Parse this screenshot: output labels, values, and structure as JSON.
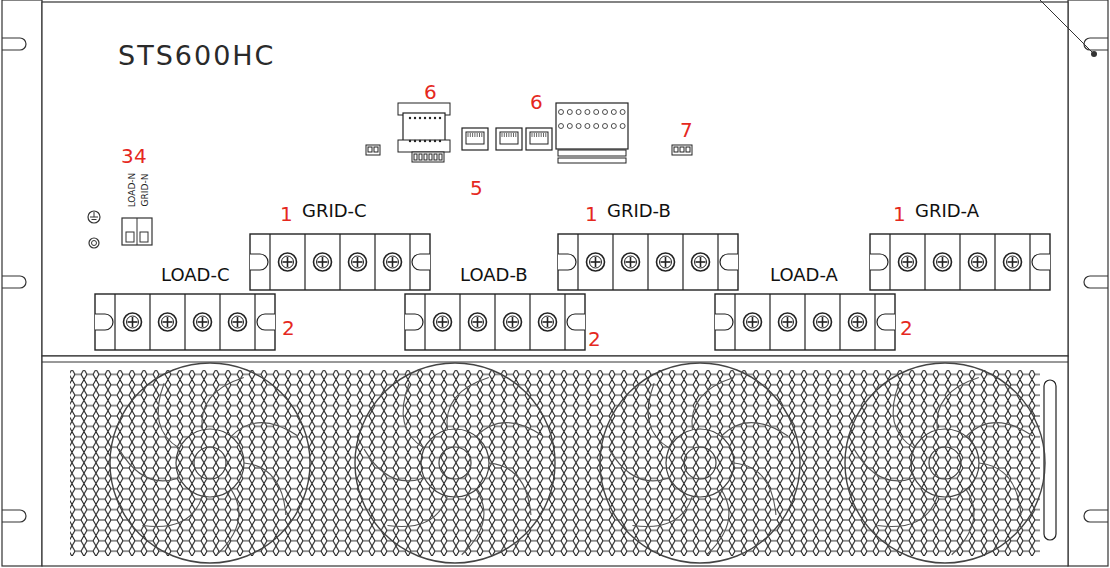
{
  "diagram": {
    "labels": [
      "STS600HC",
      "6",
      "6",
      "7",
      "5",
      "3",
      "4",
      "LOAD-N",
      "GRID-N",
      "1",
      "GRID-C",
      "1",
      "GRID-B",
      "1",
      "GRID-A",
      "LOAD-C",
      "LOAD-B",
      "LOAD-A",
      "2",
      "2",
      "2"
    ]
  }
}
